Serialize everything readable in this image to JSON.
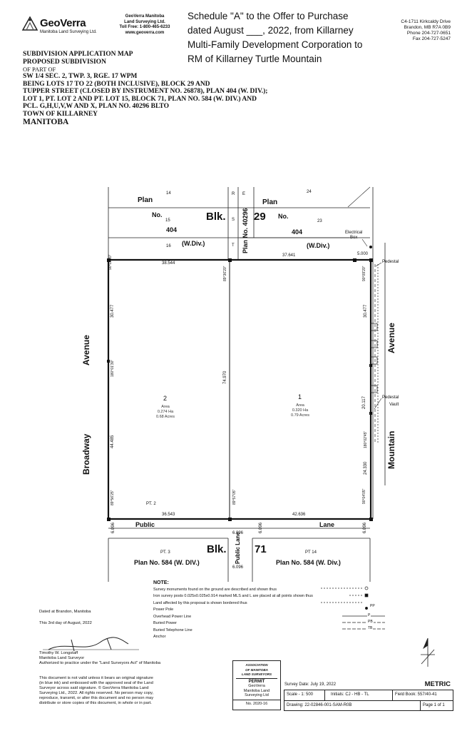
{
  "company": {
    "name": "GeoVerra",
    "sub": "Manitoba Land Surveying Ltd.",
    "block": [
      "GeoVerra Manitoba",
      "Land Surveying Ltd.",
      "Toll Free: 1-800-465-6233",
      "www.geoverra.com"
    ]
  },
  "schedule": [
    "Schedule \"A\" to the Offer to Purchase",
    "dated August ___, 2022, from Killarney",
    "Multi-Family Development Corporation to",
    "RM of Killarney Turtle Mountain"
  ],
  "address": [
    "C4-1711 Kirkcaldy Drive",
    "Brandon, MB R7A 0B9",
    "Phone 204-727-0651",
    "Fax 204-727-5247"
  ],
  "title": {
    "l1": "SUBDIVISION APPLICATION MAP",
    "l2": "PROPOSED SUBDIVISION",
    "l3": "OF PART OF",
    "l4": "SW 1/4 SEC. 2, TWP. 3, RGE. 17 WPM",
    "l5": "BEING LOTS 17 TO 22 (BOTH INCLUSIVE), BLOCK 29 AND",
    "l6": "TUPPER STREET (CLOSED BY INSTRUMENT NO. 26878), PLAN 404 (W. DIV.);",
    "l7": "LOT 1, PT. LOT 2 AND PT. LOT 15, BLOCK 71, PLAN NO. 584 (W. DIV.) AND",
    "l8": "PCL. G,H,U,V,W AND X, PLAN NO. 40296 BLTO",
    "l9": "TOWN OF KILLARNEY",
    "l10": "MANITOBA"
  },
  "map": {
    "plan": "Plan",
    "no": "No.",
    "num404": "404",
    "wdiv": "(W.Div.)",
    "lot14": "14",
    "lot15": "15",
    "lot16": "16",
    "lot24": "24",
    "lot23": "23",
    "R": "R",
    "S": "S",
    "T": "T",
    "E": "E",
    "plan40296": "Plan No. 40296",
    "blk": "Blk.",
    "blk29": "29",
    "blk71": "71",
    "electrical": "Electrical",
    "box": "Box",
    "pedestal": "Pedestal",
    "pedestal2": "Pedestal",
    "vault": "Vault",
    "avenue_l": "Avenue",
    "broadway": "Broadway",
    "avenue_r": "Avenue",
    "mountain": "Mountain",
    "public": "Public",
    "lane": "Lane",
    "public_lane": "Public Lane",
    "d38544": "38.544",
    "d37641": "37.641",
    "d5000": "5.000",
    "d30477a": "30.477",
    "d30477b": "30.477",
    "d74970": "74.970",
    "d44485": "44.485",
    "d20117": "20.117",
    "d24330": "24.330",
    "d36543": "36.543",
    "d42636": "42.636",
    "d6096a": "6.096",
    "d6096b": "6.096",
    "d6096c": "6.096",
    "d6096d": "6.096",
    "d6096e": "6.096",
    "a1": "90°02'20\"",
    "a2": "89°36'20\"",
    "a3": "90°09'20\"",
    "a4": "180°01'30\"",
    "a5": "180°02'45\"",
    "a6": "89°56'25\"",
    "a7": "89°57'05\"",
    "a8": "90°04'05\"",
    "lot2": "2",
    "area2a": "Area",
    "area2b": "0.274 Ha",
    "area2c": "0.68 Acres",
    "lot1": "1",
    "area1a": "Area",
    "area1b": "0.320 Ha",
    "area1c": "0.79 Acres",
    "pt2": "PT. 2",
    "pt3": "PT. 3",
    "pt14": "PT 14",
    "plan584a": "Plan No. 584  (W. DIV.)",
    "plan584b": "Plan No.  584 (W. Div.)"
  },
  "notes": {
    "head": "NOTE:",
    "n1": "Survey monuments found on the ground are described and shown thus",
    "n2": "Iron survey posts 0.025x0.025x0.914 marked MLS and L are placed at all points shown thus",
    "n3": "Land affected by this proposal is shown bordered thus",
    "n4": "Power Pole",
    "n5": "Overhead Power Line",
    "n6": "Buried Power",
    "n7": "Buried Telephone Line",
    "n8": "Anchor",
    "pp": "PP",
    "p": "P",
    "pb": "PB",
    "tb": "TB"
  },
  "dated": "Dated at Brandon, Manitoba",
  "day": "This 3rd day of August, 2022",
  "surveyor": [
    "Timothy W. Longstaff",
    "Manitoba Land Surveyor",
    "Authorized to practice under the \"Land Surveyors Act\" of Manitoba"
  ],
  "disclaimer": [
    "This document is not valid unless it bears an original signature",
    "(in blue ink) and embossed with the approved seal of the Land",
    "Surveyor across said signature. © GeoVerra Manitoba Land",
    "Surveying Ltd., 2022. All rights reserved. No person may copy,",
    "reproduce, transmit, or alter this document and no person may",
    "distribute or store copies of this document, in whole or in part."
  ],
  "permit": {
    "assoc": [
      "ASSOCIATION",
      "OF MANITOBA",
      "LAND SURVEYORS"
    ],
    "label": "PERMIT",
    "company": [
      "GeoVerra",
      "Manitoba Land",
      "Surveying Ltd"
    ],
    "no": "No. 2020-16"
  },
  "titleblock": {
    "survey_date": "Survey Date:  July 19, 2022",
    "metric": "METRIC",
    "scale": "Scale - 1: 500",
    "initials": "Initials:  CJ - HB - TL",
    "field": "Field Book:  557/40-41",
    "drawing": "Drawing:  22-02846-001-SAM-R0B",
    "page": "Page 1 of 1"
  }
}
